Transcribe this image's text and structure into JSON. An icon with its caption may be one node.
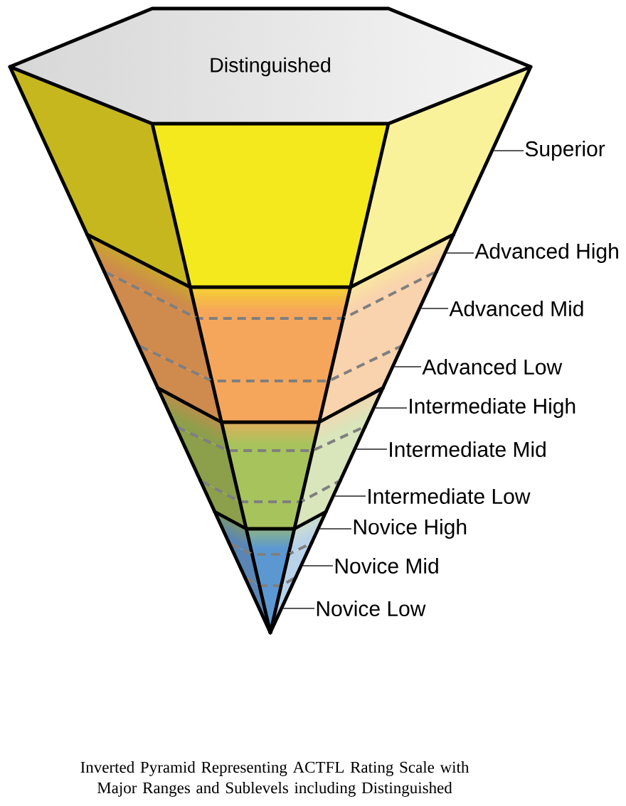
{
  "diagram": {
    "nodes": [
      {
        "text": [
          "Distinguished"
        ]
      },
      {
        "text": [],
        "shape": "band"
      },
      {
        "text": [
          "Superior"
        ]
      },
      {
        "text": [],
        "shape": "band"
      },
      {
        "text": [
          "Advanced High"
        ]
      },
      {
        "text": [],
        "shape": "band"
      },
      {
        "text": [
          "Advanced Mid"
        ]
      },
      {
        "text": [],
        "shape": "band"
      },
      {
        "text": [
          "Advanced Low"
        ]
      },
      {
        "text": [],
        "shape": "band"
      },
      {
        "text": [
          "Intermediate High"
        ]
      },
      {
        "text": [],
        "shape": "band"
      },
      {
        "text": [
          "Intermediate Mid"
        ]
      },
      {
        "text": [],
        "shape": "band"
      },
      {
        "text": [
          "Intermediate Low"
        ]
      },
      {
        "text": [],
        "shape": "band"
      },
      {
        "text": [
          "Novice High"
        ]
      },
      {
        "text": [],
        "shape": "band"
      },
      {
        "text": [
          "Novice Mid"
        ]
      },
      {
        "text": [],
        "shape": "band"
      },
      {
        "text": [
          "Novice Low"
        ]
      }
    ],
    "edges": [
      {
        "from": 2,
        "to": 1,
        "arrow": "none"
      },
      {
        "from": 4,
        "to": 3,
        "arrow": "none"
      },
      {
        "from": 6,
        "to": 5,
        "arrow": "none"
      },
      {
        "from": 8,
        "to": 7,
        "arrow": "none"
      },
      {
        "from": 10,
        "to": 9,
        "arrow": "none"
      },
      {
        "from": 12,
        "to": 11,
        "arrow": "none"
      },
      {
        "from": 14,
        "to": 13,
        "arrow": "none"
      },
      {
        "from": 16,
        "to": 15,
        "arrow": "none"
      },
      {
        "from": 18,
        "to": 17,
        "arrow": "none"
      },
      {
        "from": 20,
        "to": 19,
        "arrow": "none"
      }
    ],
    "caption": "Inverted Pyramid Representing ACTFL Rating Scale with Major Ranges and Sublevels including Distinguished"
  }
}
